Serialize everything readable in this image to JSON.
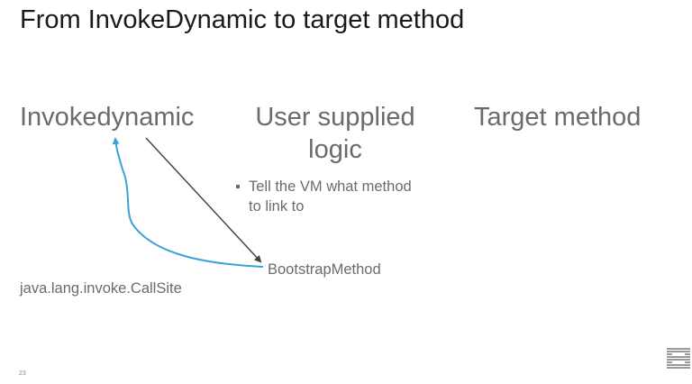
{
  "title": "From InvokeDynamic to target method",
  "columns": {
    "invokedynamic": "Invokedynamic",
    "user_supplied": "User supplied logic",
    "target": "Target method"
  },
  "bullet": "Tell the VM what method to link to",
  "bootstrap_label": "BootstrapMethod",
  "callsite_label": "java.lang.invoke.CallSite",
  "page_number": "23",
  "logo_text": "IBM",
  "colors": {
    "title": "#1a1a1a",
    "text": "#6b6b6b",
    "arrow_dark": "#444444",
    "arrow_blue": "#3aa3d8"
  }
}
